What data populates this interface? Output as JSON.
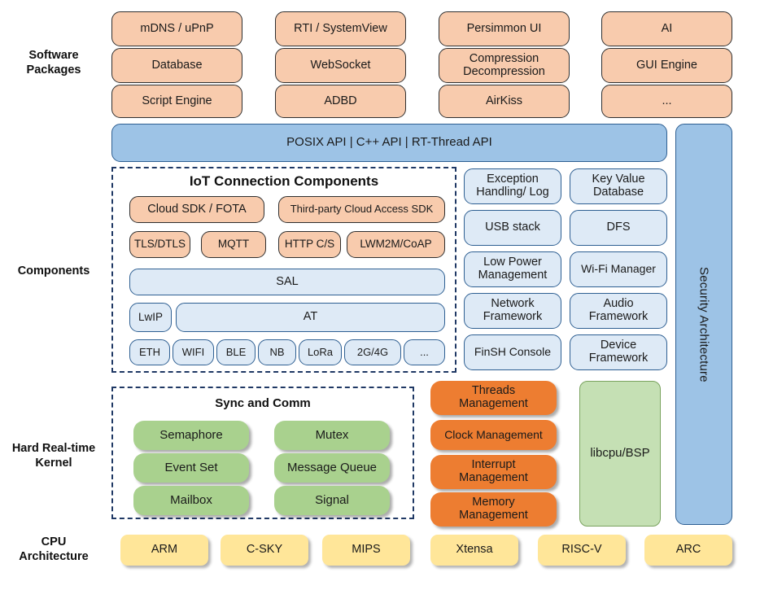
{
  "rows": {
    "software_packages": "Software\nPackages",
    "components": "Components",
    "kernel": "Hard Real-time\nKernel",
    "cpu": "CPU\nArchitecture"
  },
  "colors": {
    "peach": "#F8CBAD",
    "light_blue": "#DEEAF6",
    "medium_blue": "#9DC3E6",
    "green": "#A9D18E",
    "light_green": "#C5E0B4",
    "orange": "#ED7D31",
    "yellow": "#FFE699",
    "dash_border": "#1F3864"
  },
  "software_packages": {
    "row1": [
      "mDNS / uPnP",
      "RTI / SystemView",
      "Persimmon UI",
      "AI"
    ],
    "row2": [
      "Database",
      "WebSocket",
      "Compression\nDecompression",
      "GUI Engine"
    ],
    "row3": [
      "Script Engine",
      "ADBD",
      "AirKiss",
      "..."
    ]
  },
  "api_bar": {
    "label": "POSIX API  |  C++ API  |  RT-Thread API"
  },
  "security": {
    "label": "Security Architecture"
  },
  "iot": {
    "title": "IoT Connection Components",
    "sdk_row": [
      "Cloud SDK / FOTA",
      "Third-party Cloud Access SDK"
    ],
    "protocol_row": [
      "TLS/DTLS",
      "MQTT",
      "HTTP C/S",
      "LWM2M/CoAP"
    ],
    "sal": "SAL",
    "lwip": "LwIP",
    "at": "AT",
    "links": [
      "ETH",
      "WIFI",
      "BLE",
      "NB",
      "LoRa",
      "2G/4G",
      "..."
    ]
  },
  "components_right": {
    "left_col": [
      "Exception\nHandling/ Log",
      "USB stack",
      "Low Power\nManagement",
      "Network\nFramework",
      "FinSH Console"
    ],
    "right_col": [
      "Key Value\nDatabase",
      "DFS",
      "Wi-Fi Manager",
      "Audio\nFramework",
      "Device\nFramework"
    ]
  },
  "sync_comm": {
    "title": "Sync and Comm",
    "left_col": [
      "Semaphore",
      "Event Set",
      "Mailbox"
    ],
    "right_col": [
      "Mutex",
      "Message Queue",
      "Signal"
    ]
  },
  "kernel_management": [
    "Threads\nManagement",
    "Clock Management",
    "Interrupt\nManagement",
    "Memory\nManagement"
  ],
  "libcpu": {
    "label": "libcpu/BSP"
  },
  "cpu_architecture": [
    "ARM",
    "C-SKY",
    "MIPS",
    "Xtensa",
    "RISC-V",
    "ARC"
  ]
}
